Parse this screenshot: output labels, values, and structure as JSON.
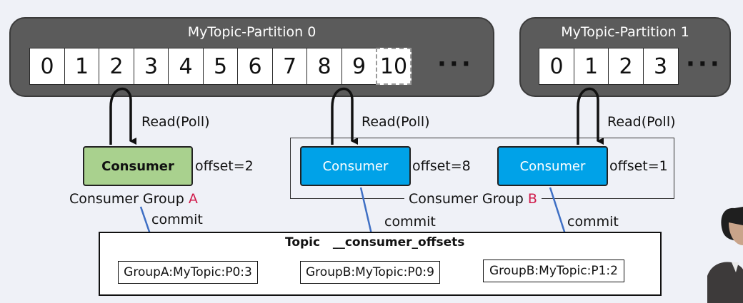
{
  "partitions": [
    {
      "title": "MyTopic-Partition 0",
      "cells": [
        "0",
        "1",
        "2",
        "3",
        "4",
        "5",
        "6",
        "7",
        "8",
        "9",
        "10"
      ],
      "ellipsis": "···"
    },
    {
      "title": "MyTopic-Partition 1",
      "cells": [
        "0",
        "1",
        "2",
        "3"
      ],
      "ellipsis": "···"
    }
  ],
  "read_poll": [
    "Read(Poll)",
    "Read(Poll)",
    "Read(Poll)"
  ],
  "consumers": [
    {
      "label": "Consumer",
      "offset": "offset=2"
    },
    {
      "label": "Consumer",
      "offset": "offset=8"
    },
    {
      "label": "Consumer",
      "offset": "offset=1"
    }
  ],
  "groups": [
    {
      "prefix": "Consumer Group ",
      "letter": "A"
    },
    {
      "prefix": "Consumer Group ",
      "letter": "B"
    }
  ],
  "commit": [
    "commit",
    "commit",
    "commit"
  ],
  "topic": {
    "title": "Topic   __consumer_offsets",
    "entries": [
      "GroupA:MyTopic:P0:3",
      "GroupB:MyTopic:P0:9",
      "GroupB:MyTopic:P1:2"
    ]
  },
  "colors": {
    "background": "#eff1f7",
    "partition": "#5b5b5b",
    "consumer_green": "#a9d18e",
    "consumer_blue": "#00a2e8",
    "group_letter": "#d01a4a",
    "commit_arrow": "#3e6fc4"
  }
}
